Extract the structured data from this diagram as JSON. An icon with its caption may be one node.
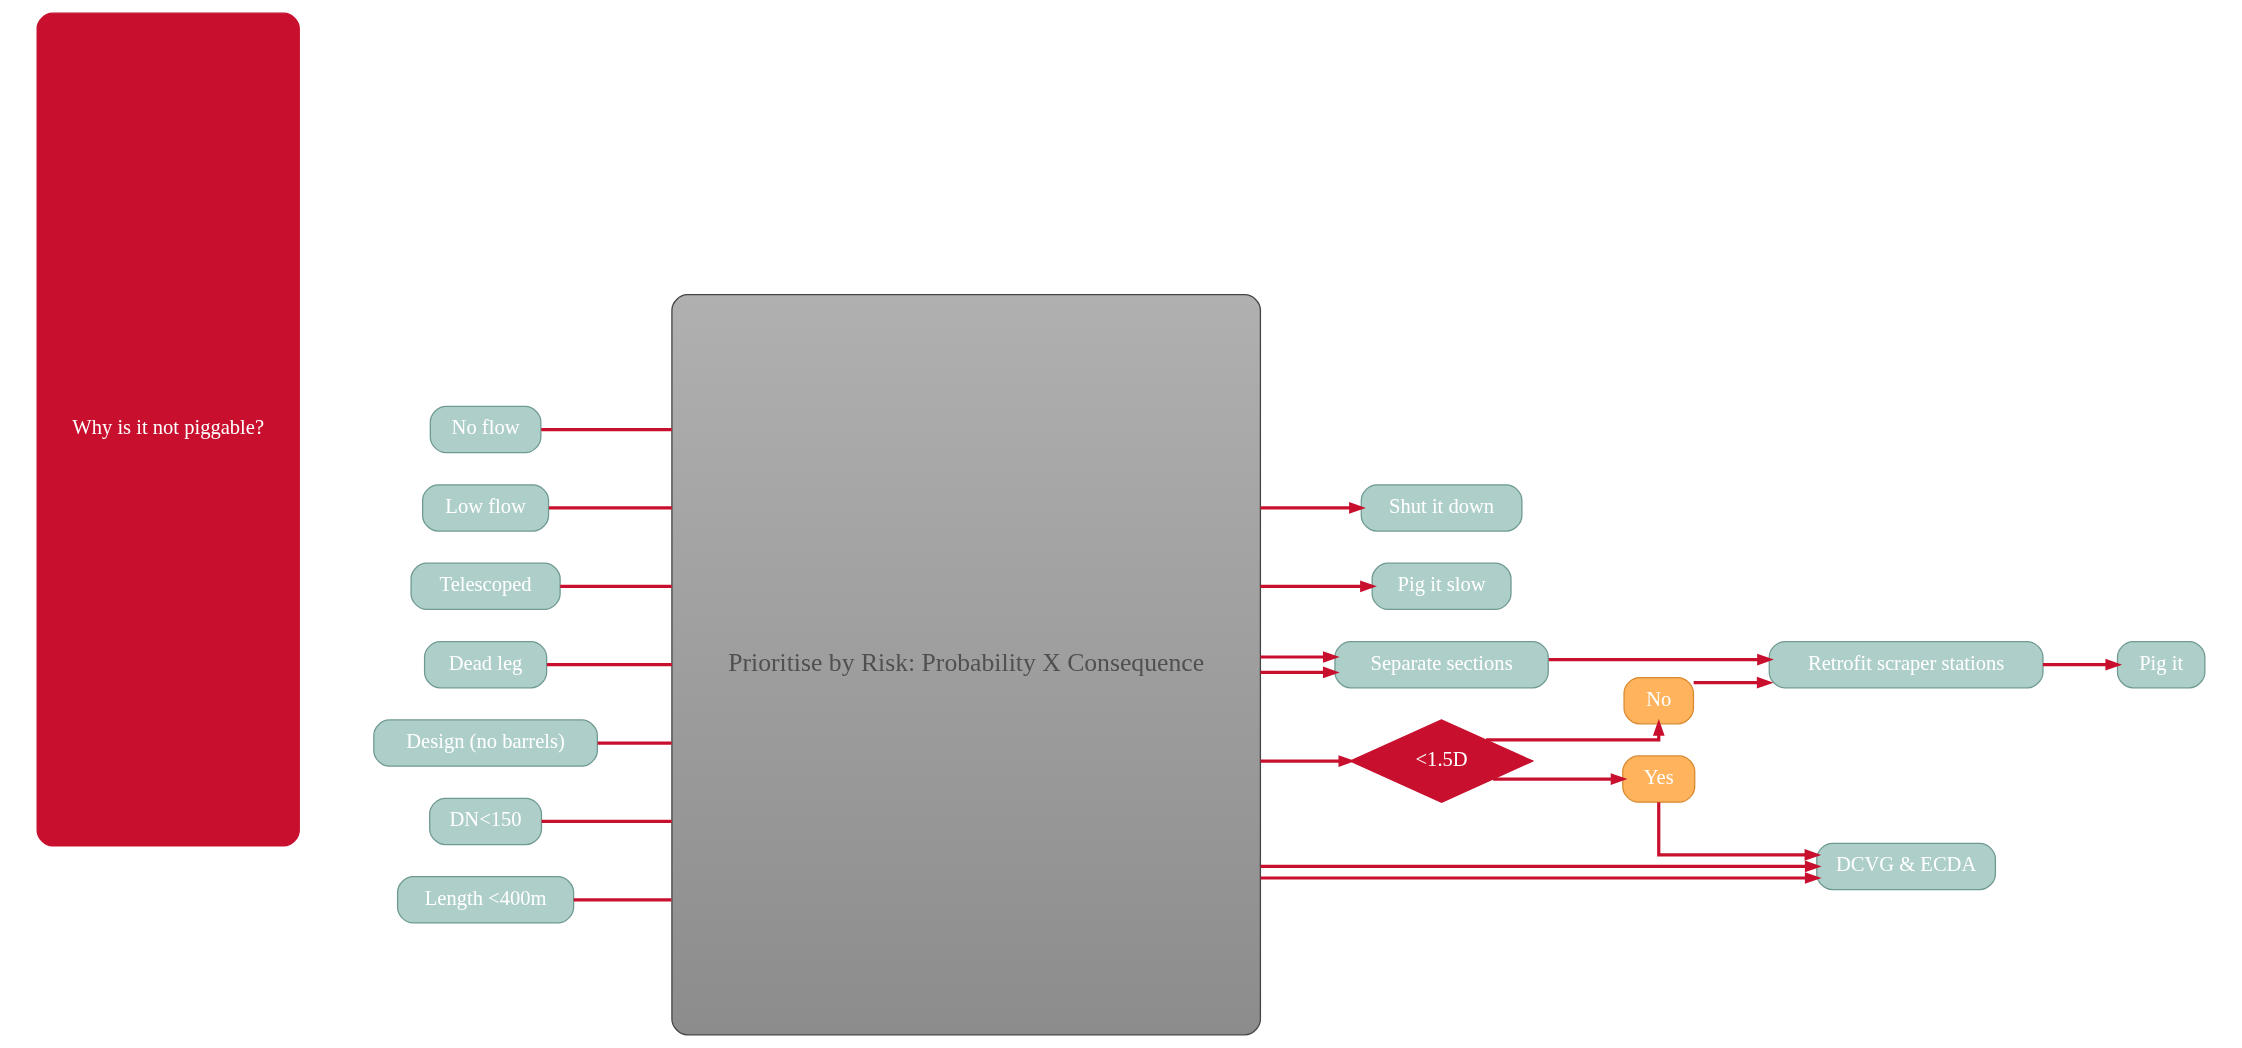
{
  "diagram": {
    "nodes": [
      {
        "text": [
          "Why is it not piggable?"
        ]
      },
      {
        "text": [
          "No flow"
        ]
      },
      {
        "text": [
          "Low flow"
        ]
      },
      {
        "text": [
          "Telescoped"
        ]
      },
      {
        "text": [
          "Dead leg"
        ]
      },
      {
        "text": [
          "Design (no barrels)"
        ]
      },
      {
        "text": [
          "DN<150"
        ]
      },
      {
        "text": [
          "Length <400m"
        ]
      },
      {
        "text": [
          "Prioritise by Risk: Probability X Consequence"
        ]
      },
      {
        "text": [
          "Shut it down"
        ]
      },
      {
        "text": [
          "Pig it slow"
        ]
      },
      {
        "text": [
          "Separate sections"
        ]
      },
      {
        "text": [
          "<1.5D"
        ]
      },
      {
        "text": [
          "No"
        ]
      },
      {
        "text": [
          "Yes"
        ]
      },
      {
        "text": [
          "Retrofit scraper stations"
        ]
      },
      {
        "text": [
          "DCVG & ECDA"
        ]
      },
      {
        "text": [
          "Pig it"
        ]
      }
    ],
    "edges": [
      {
        "from": 1,
        "to": 8,
        "arrow": "none"
      },
      {
        "from": 2,
        "to": 8,
        "arrow": "none"
      },
      {
        "from": 3,
        "to": 8,
        "arrow": "none"
      },
      {
        "from": 4,
        "to": 8,
        "arrow": "none"
      },
      {
        "from": 5,
        "to": 8,
        "arrow": "none"
      },
      {
        "from": 6,
        "to": 8,
        "arrow": "none"
      },
      {
        "from": 7,
        "to": 8,
        "arrow": "none"
      },
      {
        "from": 8,
        "to": 9,
        "arrow": "to"
      },
      {
        "from": 8,
        "to": 10,
        "arrow": "to"
      },
      {
        "from": 8,
        "to": 11,
        "arrow": "to"
      },
      {
        "from": 8,
        "to": 11,
        "arrow": "to"
      },
      {
        "from": 8,
        "to": 12,
        "arrow": "to"
      },
      {
        "from": 8,
        "to": 16,
        "arrow": "to"
      },
      {
        "from": 8,
        "to": 16,
        "arrow": "to"
      },
      {
        "from": 12,
        "to": 13,
        "arrow": "to"
      },
      {
        "from": 12,
        "to": 14,
        "arrow": "to"
      },
      {
        "from": 14,
        "to": 16,
        "arrow": "to"
      },
      {
        "from": 11,
        "to": 15,
        "arrow": "to"
      },
      {
        "from": 13,
        "to": 15,
        "arrow": "to"
      },
      {
        "from": 15,
        "to": 17,
        "arrow": "to"
      }
    ]
  }
}
